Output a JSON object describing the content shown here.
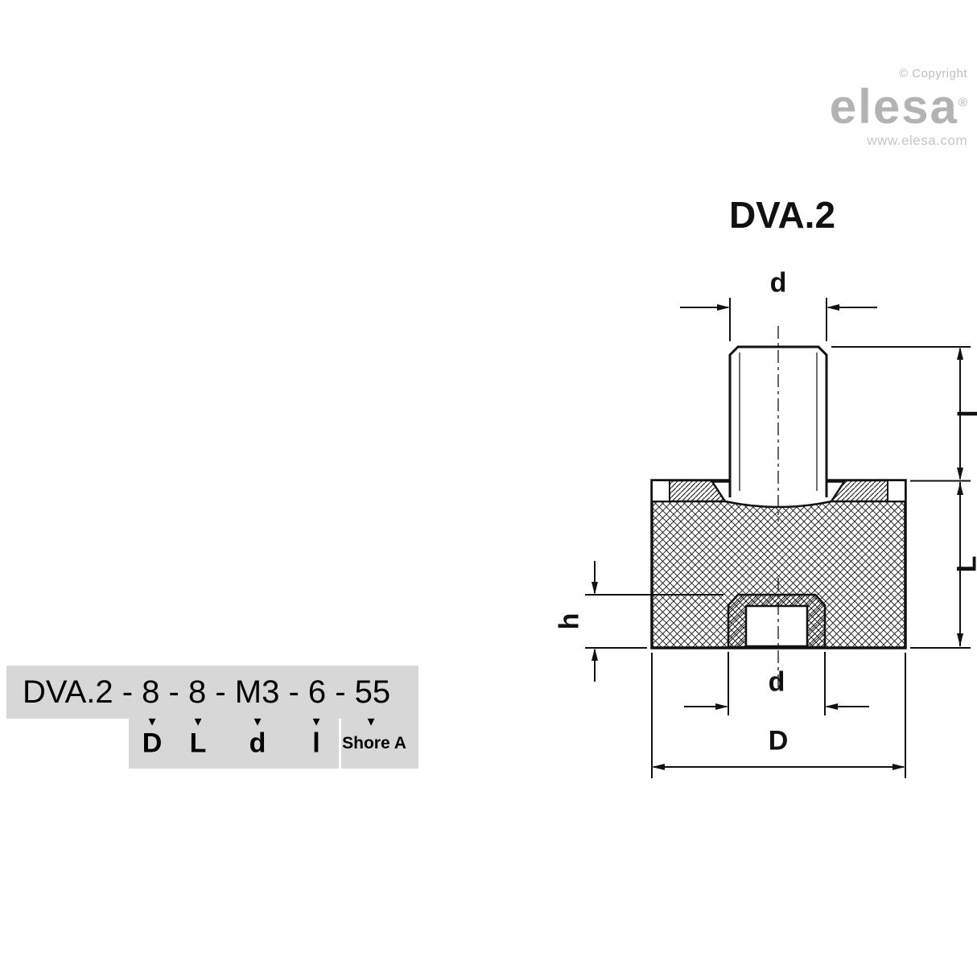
{
  "branding": {
    "copyright": "© Copyright",
    "logo": "elesa",
    "registered": "®",
    "website": "www.elesa.com"
  },
  "drawing": {
    "title": "DVA.2",
    "dim_stud_diameter": "d",
    "dim_stud_length": "l",
    "dim_body_height": "L",
    "dim_hole_depth": "h",
    "dim_hole_diameter": "d",
    "dim_body_diameter": "D"
  },
  "ordering_code": {
    "code": "DVA.2 - 8 - 8 - M3 - 6 - 55",
    "labels": [
      "D",
      "L",
      "d",
      "l",
      "Shore A"
    ]
  },
  "icons": {
    "down_arrow": "▼"
  },
  "colors": {
    "line_black": "#111111",
    "panel_gray": "#d7d7d7",
    "brand_gray": "#b3b3b3"
  }
}
